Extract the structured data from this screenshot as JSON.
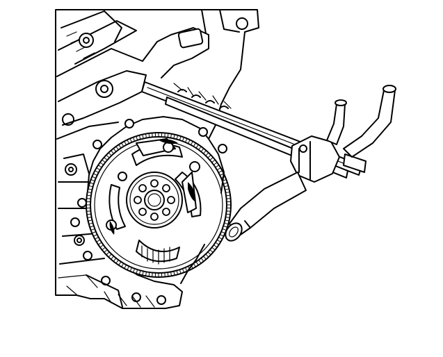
{
  "illustration": {
    "background_color": "#ffffff",
    "line_color": "#000000",
    "ring_gear_teeth": 140,
    "flexplate_bolt_holes": 8,
    "bell_housing_bolts": 10
  }
}
